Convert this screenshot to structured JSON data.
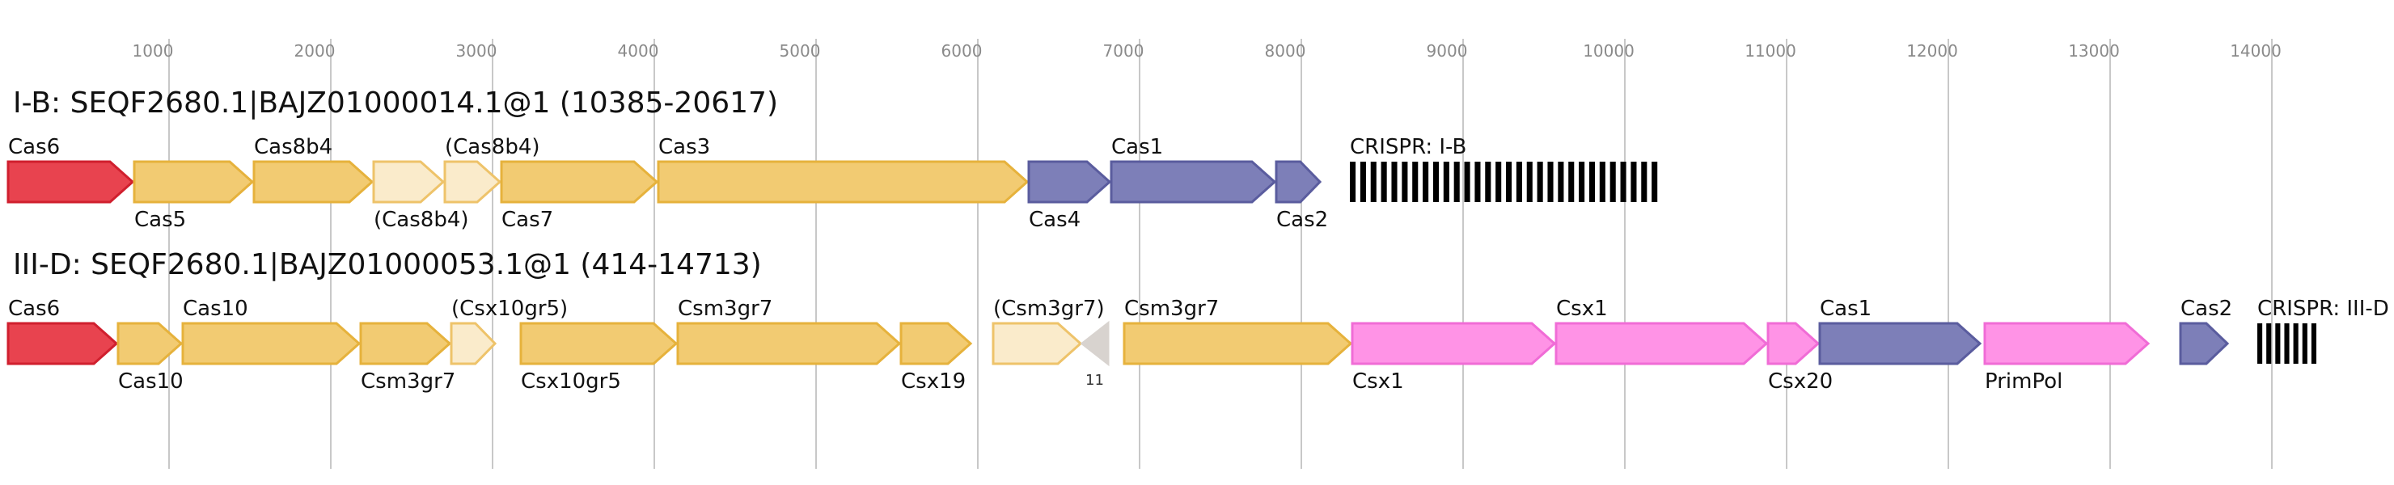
{
  "axis": {
    "ticks": [
      {
        "value": 1000,
        "label": "1000"
      },
      {
        "value": 2000,
        "label": "2000"
      },
      {
        "value": 3000,
        "label": "3000"
      },
      {
        "value": 4000,
        "label": "4000"
      },
      {
        "value": 5000,
        "label": "5000"
      },
      {
        "value": 6000,
        "label": "6000"
      },
      {
        "value": 7000,
        "label": "7000"
      },
      {
        "value": 8000,
        "label": "8000"
      },
      {
        "value": 9000,
        "label": "9000"
      },
      {
        "value": 10000,
        "label": "10000"
      },
      {
        "value": 11000,
        "label": "11000"
      },
      {
        "value": 12000,
        "label": "12000"
      },
      {
        "value": 13000,
        "label": "13000"
      },
      {
        "value": 14000,
        "label": "14000"
      }
    ]
  },
  "colors": {
    "red": "#e8434f",
    "red_stroke": "#d01f2e",
    "yellow": "#f2cb72",
    "yellow_stroke": "#e6b23c",
    "light": "#faebcb",
    "light_stroke": "#eec36a",
    "blue": "#7d7fb8",
    "blue_stroke": "#5a5c9e",
    "pink": "#ff93e6",
    "pink_stroke": "#f06cd6",
    "gray": "#d8d3cf",
    "crispr": "#000000",
    "gridline": "#c8c8c8"
  },
  "tracks": [
    {
      "title": "I-B: SEQF2680.1|BAJZ01000014.1@1 (10385-20617)",
      "genes": [
        {
          "name": "Cas6",
          "start": 0,
          "end": 780,
          "color": "red",
          "label_pos": "above"
        },
        {
          "name": "Cas5",
          "start": 780,
          "end": 1520,
          "color": "yellow",
          "label_pos": "below"
        },
        {
          "name": "Cas8b4",
          "start": 1520,
          "end": 2260,
          "color": "yellow",
          "label_pos": "above"
        },
        {
          "name": "(Cas8b4)",
          "start": 2260,
          "end": 2700,
          "color": "light",
          "label_pos": "below"
        },
        {
          "name": "(Cas8b4)",
          "start": 2700,
          "end": 3050,
          "color": "light",
          "label_pos": "above"
        },
        {
          "name": "Cas7",
          "start": 3050,
          "end": 4020,
          "color": "yellow",
          "label_pos": "below"
        },
        {
          "name": "Cas3",
          "start": 4020,
          "end": 6310,
          "color": "yellow",
          "label_pos": "above"
        },
        {
          "name": "Cas4",
          "start": 6310,
          "end": 6820,
          "color": "blue",
          "label_pos": "below"
        },
        {
          "name": "Cas1",
          "start": 6820,
          "end": 7840,
          "color": "blue",
          "label_pos": "above"
        },
        {
          "name": "Cas2",
          "start": 7840,
          "end": 8120,
          "color": "blue",
          "label_pos": "below"
        }
      ],
      "crispr": {
        "name": "CRISPR: I-B",
        "start": 8300,
        "end": 10230,
        "repeats": 30
      }
    },
    {
      "title": "III-D: SEQF2680.1|BAJZ01000053.1@1 (414-14713)",
      "genes": [
        {
          "name": "Cas6",
          "start": 0,
          "end": 680,
          "color": "red",
          "label_pos": "above"
        },
        {
          "name": "Cas10",
          "start": 680,
          "end": 1080,
          "color": "yellow",
          "label_pos": "below"
        },
        {
          "name": "Cas10",
          "start": 1080,
          "end": 2180,
          "color": "yellow",
          "label_pos": "above"
        },
        {
          "name": "Csm3gr7",
          "start": 2180,
          "end": 2740,
          "color": "yellow",
          "label_pos": "below"
        },
        {
          "name": "(Csx10gr5)",
          "start": 2740,
          "end": 3020,
          "color": "light",
          "label_pos": "above"
        },
        {
          "name": "Csx10gr5",
          "start": 3170,
          "end": 4140,
          "color": "yellow",
          "label_pos": "below"
        },
        {
          "name": "Csm3gr7",
          "start": 4140,
          "end": 5520,
          "color": "yellow",
          "label_pos": "above"
        },
        {
          "name": "Csx19",
          "start": 5520,
          "end": 5960,
          "color": "yellow",
          "label_pos": "below"
        },
        {
          "name": "(Csm3gr7)",
          "start": 6090,
          "end": 6640,
          "color": "light",
          "label_pos": "above"
        },
        {
          "name": "11",
          "start": 6640,
          "end": 6810,
          "color": "gray",
          "label_pos": "small",
          "reverse": true
        },
        {
          "name": "Csm3gr7",
          "start": 6900,
          "end": 8310,
          "color": "yellow",
          "label_pos": "above"
        },
        {
          "name": "Csx1",
          "start": 8310,
          "end": 9570,
          "color": "pink",
          "label_pos": "below"
        },
        {
          "name": "Csx1",
          "start": 9570,
          "end": 10880,
          "color": "pink",
          "label_pos": "above"
        },
        {
          "name": "Csx20",
          "start": 10880,
          "end": 11200,
          "color": "pink",
          "label_pos": "below"
        },
        {
          "name": "Cas1",
          "start": 11200,
          "end": 12200,
          "color": "blue",
          "label_pos": "above"
        },
        {
          "name": "PrimPol",
          "start": 12220,
          "end": 13240,
          "color": "pink",
          "label_pos": "below"
        },
        {
          "name": "Cas2",
          "start": 13430,
          "end": 13730,
          "color": "blue",
          "label_pos": "above"
        }
      ],
      "crispr": {
        "name": "CRISPR: III-D",
        "start": 13910,
        "end": 14300,
        "repeats": 7
      }
    }
  ]
}
